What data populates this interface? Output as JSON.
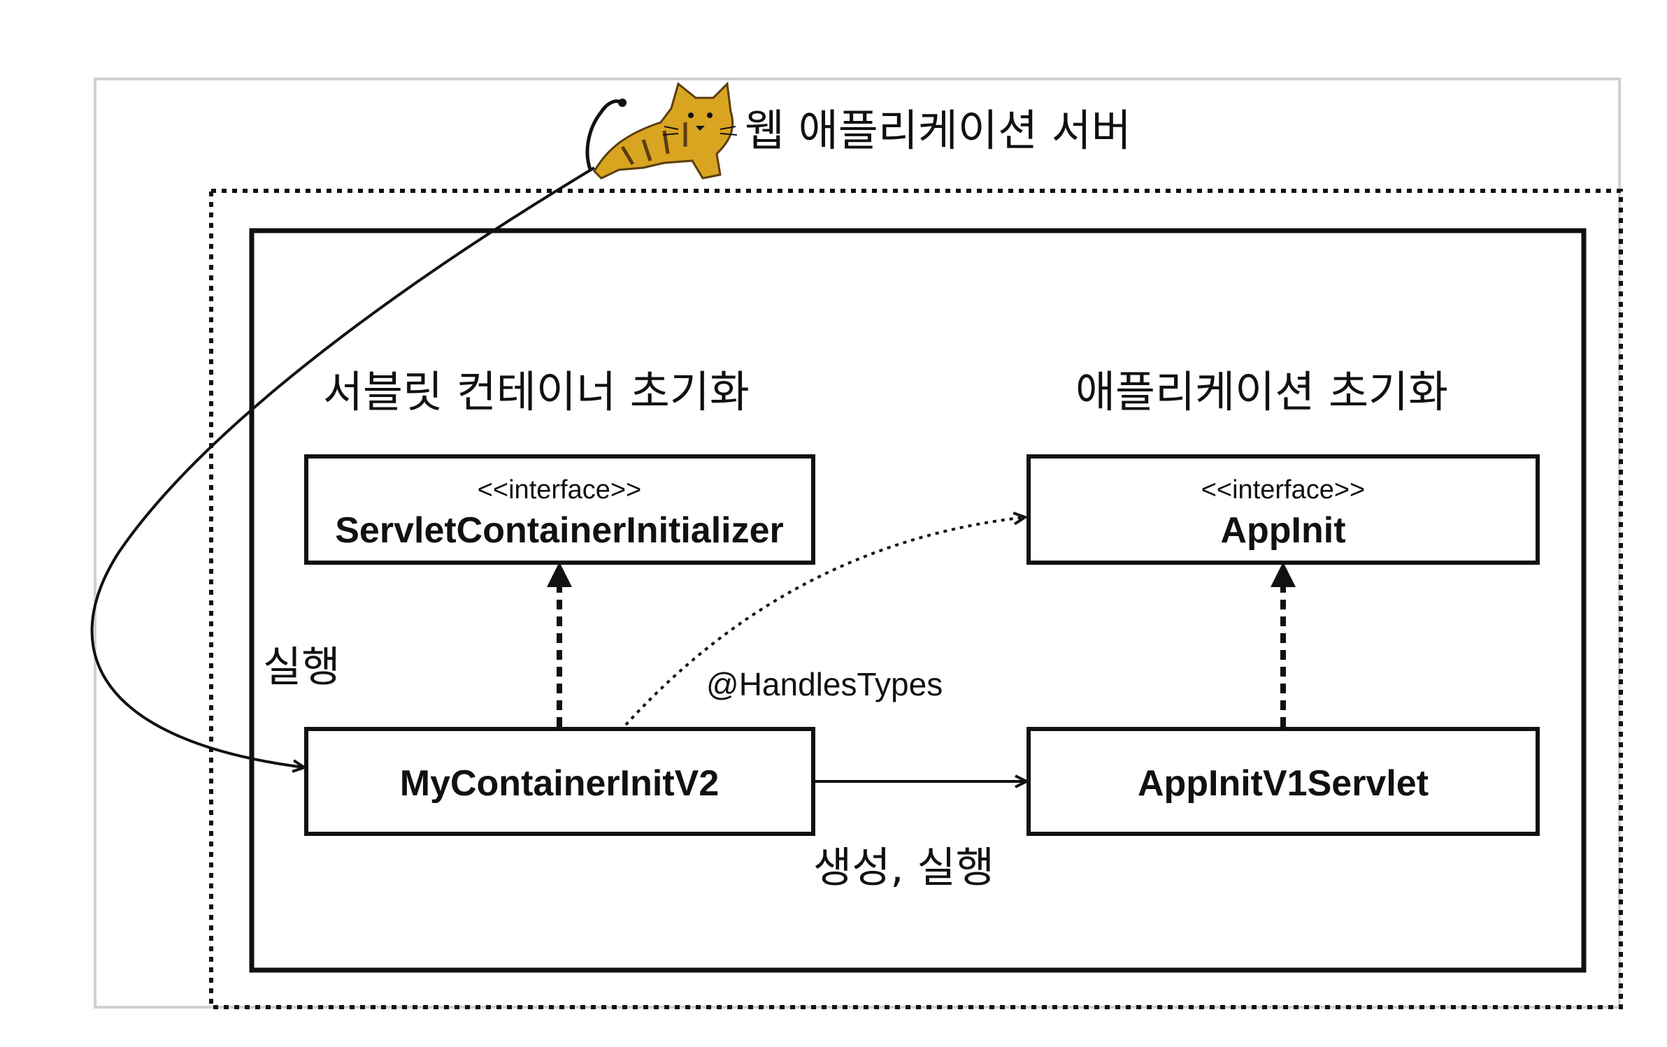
{
  "server": {
    "title": "웹 애플리케이션 서버",
    "icon": "tomcat-icon"
  },
  "sections": {
    "servlet_container_init": "서블릿 컨테이너 초기화",
    "app_init": "애플리케이션 초기화"
  },
  "boxes": {
    "servlet_container_initializer": {
      "stereotype": "<<interface>>",
      "name": "ServletContainerInitializer"
    },
    "app_init": {
      "stereotype": "<<interface>>",
      "name": "AppInit"
    },
    "my_container_init": {
      "name": "MyContainerInitV2"
    },
    "app_init_servlet": {
      "name": "AppInitV1Servlet"
    }
  },
  "labels": {
    "execute": "실행",
    "handles_types": "@HandlesTypes",
    "create_execute": "생성, 실행"
  },
  "colors": {
    "line": "#111111",
    "outer_border": "#d0d0d0",
    "tomcat_body": "#d9a520",
    "tomcat_stripe": "#5a3d10"
  }
}
